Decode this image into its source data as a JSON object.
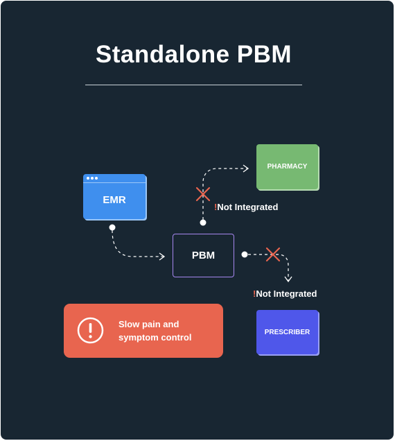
{
  "title": "Standalone PBM",
  "nodes": {
    "emr": "EMR",
    "pbm": "PBM",
    "pharmacy": "PHARMACY",
    "prescriber": "PRESCRIBER"
  },
  "notes": {
    "pharmacy_link": {
      "mark": "!",
      "text": "Not Integrated"
    },
    "prescriber_link": {
      "mark": "!",
      "text": "Not Integrated"
    }
  },
  "alert": {
    "icon": "exclamation-circle-icon",
    "line1": "Slow pain and",
    "line2": "symptom control"
  },
  "colors": {
    "background": "#182632",
    "emr": "#3f8fee",
    "pbm_border": "#a787f0",
    "pharmacy": "#77b972",
    "prescriber": "#4f57ea",
    "alert": "#e8654f",
    "blocked_mark": "#e8654f"
  },
  "connections": [
    {
      "from": "EMR",
      "to": "PBM",
      "status": "connected"
    },
    {
      "from": "PBM",
      "to": "PHARMACY",
      "status": "blocked"
    },
    {
      "from": "PBM",
      "to": "PRESCRIBER",
      "status": "blocked"
    }
  ]
}
